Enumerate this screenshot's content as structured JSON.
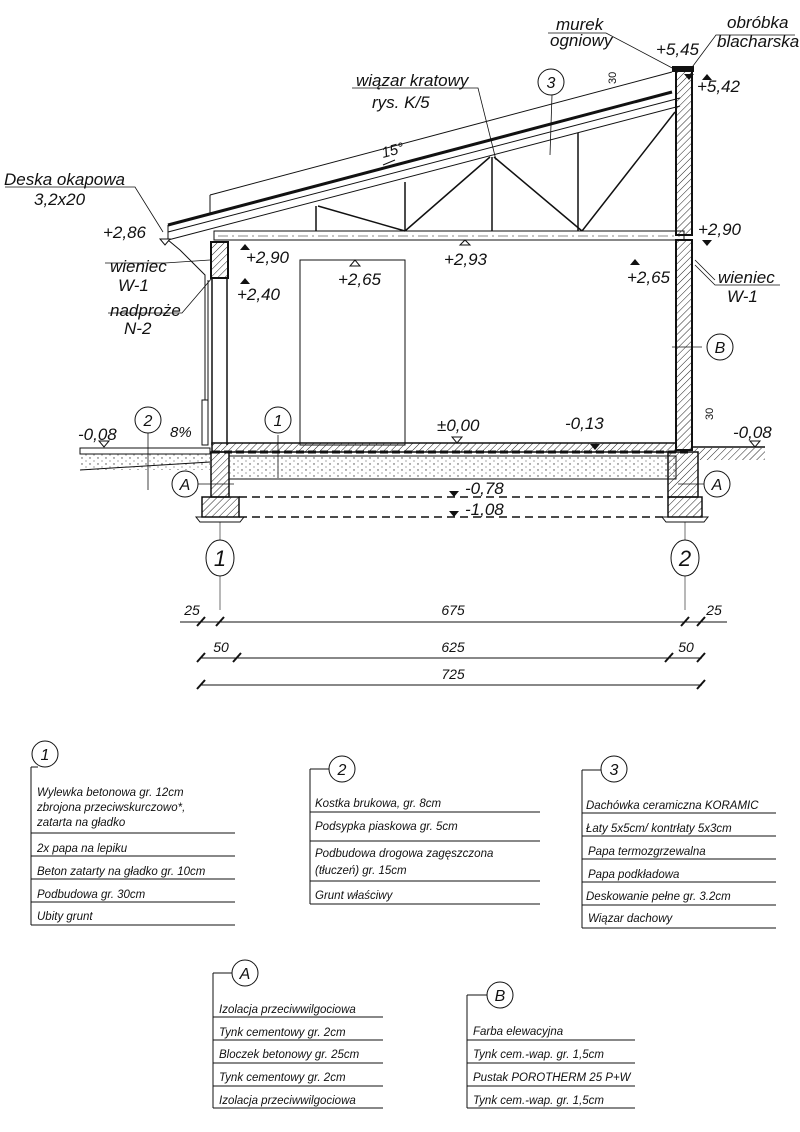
{
  "drawing": {
    "labels": {
      "murek": "murek",
      "ogniowy": "ogniowy",
      "obrobka": "obróbka",
      "blacharska": "blacharska",
      "wiazar": "wiązar kratowy",
      "rys": "rys. K/5",
      "deska": "Deska okapowa",
      "deska_size": "3,2x20",
      "wieniec_left": "wieniec",
      "w1_left": "W-1",
      "nadproze": "nadproże",
      "n2": "N-2",
      "wieniec_right": "wieniec",
      "w1_right": "W-1",
      "slope_angle": "15°",
      "slope_pct": "8%",
      "thick_roof": "30",
      "thick_plinth": "30"
    },
    "levels": {
      "l545": "+5,45",
      "l542": "+5,42",
      "l290r": "+2,90",
      "l286": "+2,86",
      "l290l": "+2,90",
      "l240": "+2,40",
      "l265door": "+2,65",
      "l293": "+2,93",
      "l265r": "+2,65",
      "l000": "±0,00",
      "l013": "-0,13",
      "l008l": "-0,08",
      "l008r": "-0,08",
      "l078": "-0,78",
      "l108": "-1,08"
    },
    "markers": {
      "m3": "3",
      "m2": "2",
      "m1": "1",
      "mB": "B",
      "mA_left": "A",
      "mA_right": "A",
      "axis1": "1",
      "axis2": "2"
    },
    "dimensions": {
      "row1": [
        "25",
        "675",
        "25"
      ],
      "row2": [
        "50",
        "625",
        "50"
      ],
      "row3": [
        "725"
      ]
    }
  },
  "legends": [
    {
      "id": "1",
      "rows": [
        "Wylewka betonowa gr. 12cm",
        "zbrojona przeciwskurczowo*,",
        "zatarta na gładko",
        "2x papa na lepiku",
        "Beton zatarty na gładko gr. 10cm",
        "Podbudowa gr. 30cm",
        "Ubity grunt"
      ]
    },
    {
      "id": "2",
      "rows": [
        "Kostka brukowa, gr. 8cm",
        "Podsypka piaskowa gr. 5cm",
        "Podbudowa drogowa zagęszczona",
        "(tłuczeń) gr. 15cm",
        "Grunt właściwy"
      ]
    },
    {
      "id": "3",
      "rows": [
        "Dachówka ceramiczna KORAMIC",
        "Łaty 5x5cm/ kontrłaty 5x3cm",
        "Papa termozgrzewalna",
        "Papa podkładowa",
        "Deskowanie pełne gr. 3.2cm",
        "Wiązar dachowy"
      ]
    },
    {
      "id": "A",
      "rows": [
        "Izolacja przeciwwilgociowa",
        "Tynk cementowy gr. 2cm",
        "Bloczek betonowy gr. 25cm",
        "Tynk cementowy gr. 2cm",
        "Izolacja przeciwwilgociowa"
      ]
    },
    {
      "id": "B",
      "rows": [
        "Farba elewacyjna",
        "Tynk cem.-wap. gr. 1,5cm",
        "Pustak POROTHERM 25 P+W",
        "Tynk cem.-wap. gr. 1,5cm"
      ]
    }
  ]
}
